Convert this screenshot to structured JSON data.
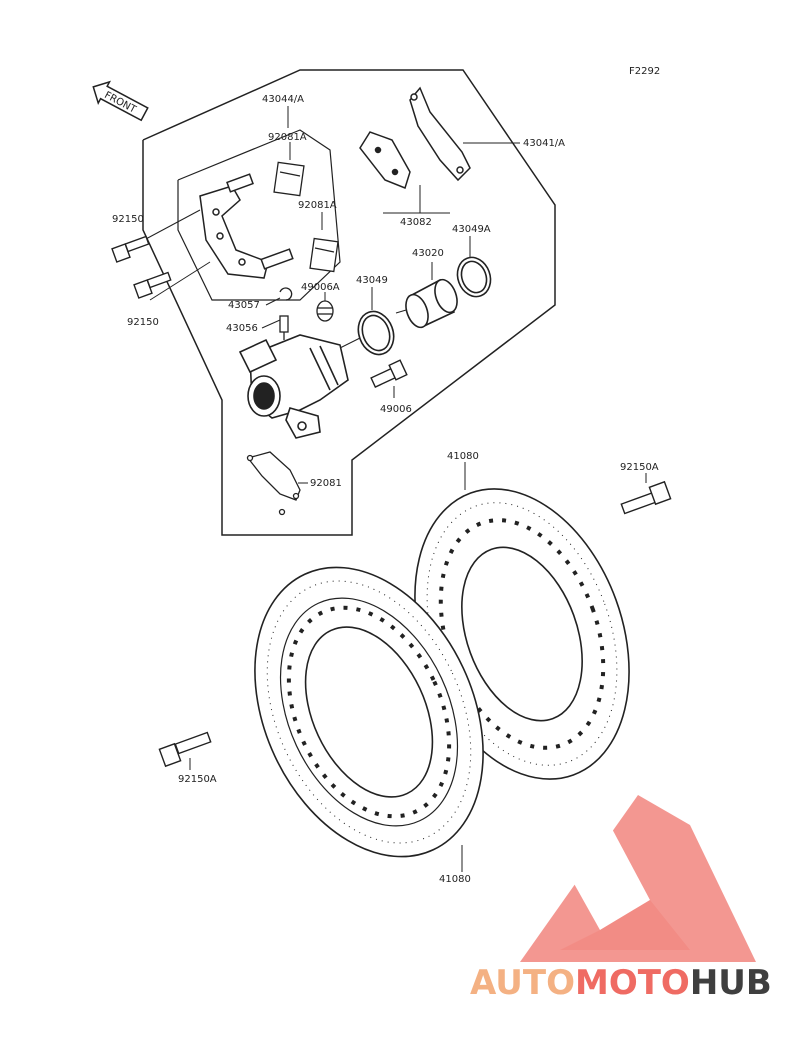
{
  "diagram_code": "F2292",
  "front_label": "FRONT",
  "callouts": {
    "c43044A": "43044/A",
    "c92081A_top": "92081A",
    "c92081A_mid": "92081A",
    "c43041A": "43041/A",
    "c92150_top": "92150",
    "c92150_bot": "92150",
    "c43082": "43082",
    "c43049A": "43049A",
    "c43020": "43020",
    "c43049": "43049",
    "c49006A": "49006A",
    "c43057": "43057",
    "c43056": "43056",
    "c49006": "49006",
    "c92081": "92081",
    "c41080_top": "41080",
    "c92150A_right": "92150A",
    "c92150A_left": "92150A",
    "c41080_bot": "41080"
  },
  "watermark": {
    "part1": "AUTO",
    "part2": "MOTO",
    "part3": "HUB",
    "colors": {
      "auto": "#f4b183",
      "moto": "#ef6b63",
      "hub": "#3f3f3f"
    }
  }
}
